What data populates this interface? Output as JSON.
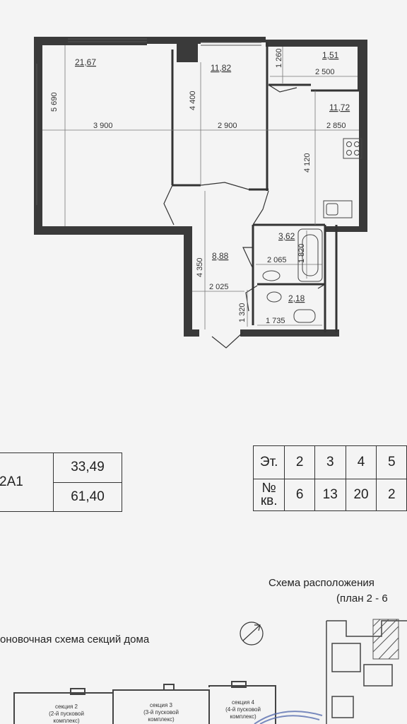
{
  "plan": {
    "room_areas": {
      "living": "21,67",
      "bedroom": "11,82",
      "balcony": "1,51",
      "kitchen": "11,72",
      "hall": "8,88",
      "bath": "3,62",
      "wc": "2,18"
    },
    "dimensions": {
      "d5690": "5 690",
      "d3900": "3 900",
      "d4400": "4 400",
      "d2900": "2 900",
      "d1260": "1 260",
      "d2500": "2 500",
      "d2850": "2 850",
      "d4120": "4 120",
      "d4350": "4 350",
      "d2065": "2 065",
      "d1820": "1 820",
      "d2025": "2 025",
      "d1320": "1 320",
      "d1735": "1 735"
    }
  },
  "apartment": {
    "code": "2А1",
    "area_living": "33,49",
    "area_total": "61,40"
  },
  "floors_table": {
    "row1_label": "Эт.",
    "row2_label_line1": "№",
    "row2_label_line2": "кв.",
    "floors": [
      "2",
      "3",
      "4",
      "5"
    ],
    "numbers": [
      "6",
      "13",
      "20",
      "2"
    ]
  },
  "scheme": {
    "location_title": "Схема расположения",
    "location_subtitle": "(план 2 - 6",
    "sections_title": "оновочная схема секций дома",
    "sections": [
      {
        "line1": "секция 2",
        "line2": "(2-й пусковой",
        "line3": "комплекс)"
      },
      {
        "line1": "секция 3",
        "line2": "(3-й пусковой",
        "line3": "комплекс)"
      },
      {
        "line1": "секция 4",
        "line2": "(4-й пусковой",
        "line3": "комплекс)"
      }
    ]
  }
}
